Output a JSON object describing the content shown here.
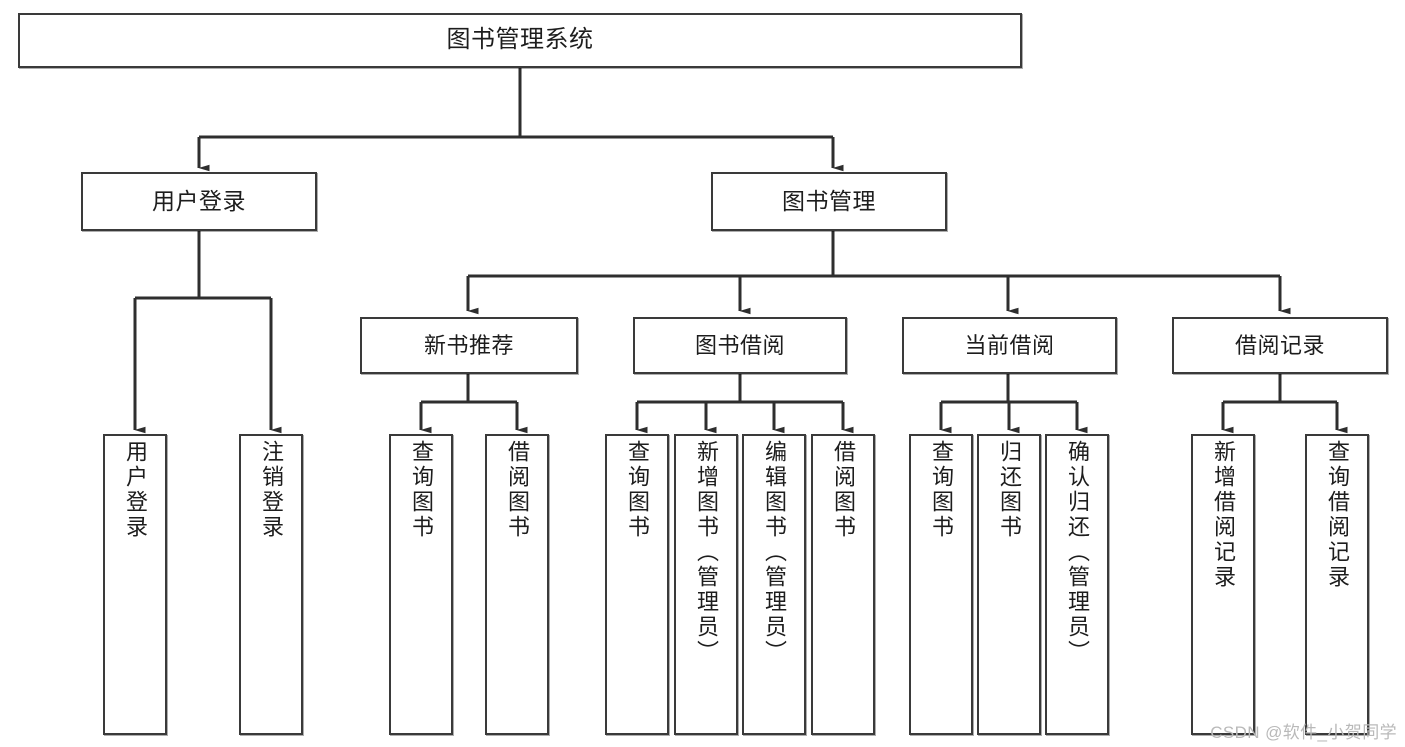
{
  "diagram": {
    "title": "图书管理系统",
    "type": "hierarchy-tree",
    "watermark": "CSDN @软件_小贺同学",
    "colors": {
      "stroke": "#3a3a3a",
      "fill": "#ffffff",
      "text": "#1d1d1d",
      "watermark": "#b9b9b9"
    },
    "nodes": {
      "root": {
        "label": "图书管理系统",
        "level": 1
      },
      "level2": [
        {
          "id": "user-login",
          "label": "用户登录"
        },
        {
          "id": "book-manage",
          "label": "图书管理"
        }
      ],
      "level3": [
        {
          "id": "new-book-recommend",
          "label": "新书推荐"
        },
        {
          "id": "book-borrow",
          "label": "图书借阅"
        },
        {
          "id": "current-borrow",
          "label": "当前借阅"
        },
        {
          "id": "borrow-record",
          "label": "借阅记录"
        }
      ],
      "leaves": {
        "user-login": [
          {
            "id": "leaf-user-login",
            "label": "用户登录"
          },
          {
            "id": "leaf-logout-login",
            "label": "注销登录"
          }
        ],
        "new-book-recommend": [
          {
            "id": "leaf-query-book-1",
            "label": "查询图书"
          },
          {
            "id": "leaf-borrow-book-1",
            "label": "借阅图书"
          }
        ],
        "book-borrow": [
          {
            "id": "leaf-query-book-2",
            "label": "查询图书"
          },
          {
            "id": "leaf-add-book",
            "label": "新增图书（管理员）"
          },
          {
            "id": "leaf-edit-book",
            "label": "编辑图书（管理员）"
          },
          {
            "id": "leaf-borrow-book-2",
            "label": "借阅图书"
          }
        ],
        "current-borrow": [
          {
            "id": "leaf-query-book-3",
            "label": "查询图书"
          },
          {
            "id": "leaf-return-book",
            "label": "归还图书"
          },
          {
            "id": "leaf-confirm-return",
            "label": "确认归还（管理员）"
          }
        ],
        "borrow-record": [
          {
            "id": "leaf-add-record",
            "label": "新增借阅记录"
          },
          {
            "id": "leaf-query-record",
            "label": "查询借阅记录"
          }
        ]
      }
    }
  }
}
